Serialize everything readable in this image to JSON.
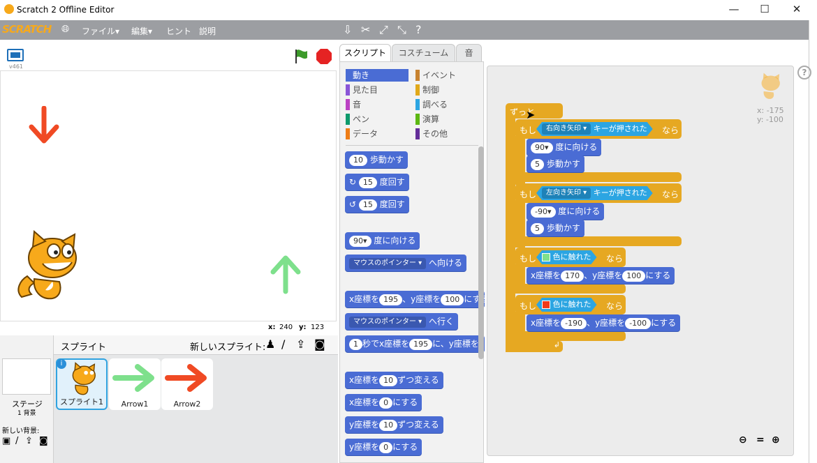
{
  "window": {
    "title": "Scratch 2 Offline Editor",
    "min": "—",
    "max": "☐",
    "close": "✕"
  },
  "menu": {
    "logo": "SCRATCH",
    "file": "ファイル▾",
    "edit": "編集▾",
    "hint": "ヒント",
    "about": "説明"
  },
  "stage_head": {
    "version": "v461"
  },
  "stage_coords": {
    "x_label": "x:",
    "x": "240",
    "y_label": "y:",
    "y": "123"
  },
  "sprites": {
    "header": "スプライト",
    "new_sprite": "新しいスプライト:",
    "stage_label": "ステージ",
    "stage_bg": "1 背景",
    "new_bg": "新しい背景:",
    "items": [
      {
        "name": "スプライト1"
      },
      {
        "name": "Arrow1"
      },
      {
        "name": "Arrow2"
      }
    ]
  },
  "tabs": {
    "script": "スクリプト",
    "costume": "コスチューム",
    "sound": "音"
  },
  "categories": [
    {
      "label": "動き",
      "color": "#4a6cd4"
    },
    {
      "label": "イベント",
      "color": "#c88330"
    },
    {
      "label": "見た目",
      "color": "#8a55d7"
    },
    {
      "label": "制御",
      "color": "#e1a91a"
    },
    {
      "label": "音",
      "color": "#bb42c3"
    },
    {
      "label": "調べる",
      "color": "#2ca5e2"
    },
    {
      "label": "ペン",
      "color": "#0e9a6c"
    },
    {
      "label": "演算",
      "color": "#5cb712"
    },
    {
      "label": "データ",
      "color": "#ee7d16"
    },
    {
      "label": "その他",
      "color": "#632d99"
    }
  ],
  "palette": {
    "move_n": "10",
    "move_t": "歩動かす",
    "turn_r_n": "15",
    "turn_r_t": "度回す",
    "turn_l_n": "15",
    "turn_l_t": "度回す",
    "point_n": "90▾",
    "point_t": "度に向ける",
    "toward_dd": "マウスのポインター ▾",
    "toward_t": "へ向ける",
    "goto_xl": "x座標を",
    "goto_x": "195",
    "goto_yl": "、y座標を",
    "goto_y": "100",
    "goto_t": "にする",
    "gotoobj_dd": "マウスのポインター ▾",
    "gotoobj_t": "へ行く",
    "glide_n": "1",
    "glide_a": "秒でx座標を",
    "glide_x": "195",
    "glide_b": "に、y座標を",
    "chx_a": "x座標を",
    "chx_n": "10",
    "chx_b": "ずつ変える",
    "setx_a": "x座標を",
    "setx_n": "0",
    "setx_b": "にする",
    "chy_a": "y座標を",
    "chy_n": "10",
    "chy_b": "ずつ変える",
    "sety_a": "y座標を",
    "sety_n": "0",
    "sety_b": "にする"
  },
  "script": {
    "forever": "ずっと",
    "if": "もし",
    "then": "なら",
    "key_right": "右向き矢印 ▾",
    "key_pressed": "キーが押された",
    "dir1": "90▾",
    "dir_t": "度に向ける",
    "step1": "5",
    "step_t": "歩動かす",
    "key_left": "左向き矢印 ▾",
    "dir2": "-90▾",
    "step2": "5",
    "touch_t": "色に触れた",
    "goto_xl": "x座標を",
    "goto_yl": "、y座標を",
    "goto_t": "にする",
    "x1": "170",
    "y1": "100",
    "x2": "-190",
    "y2": "-100"
  },
  "sprite_info": {
    "x": "x: -175",
    "y": "y: -100"
  }
}
